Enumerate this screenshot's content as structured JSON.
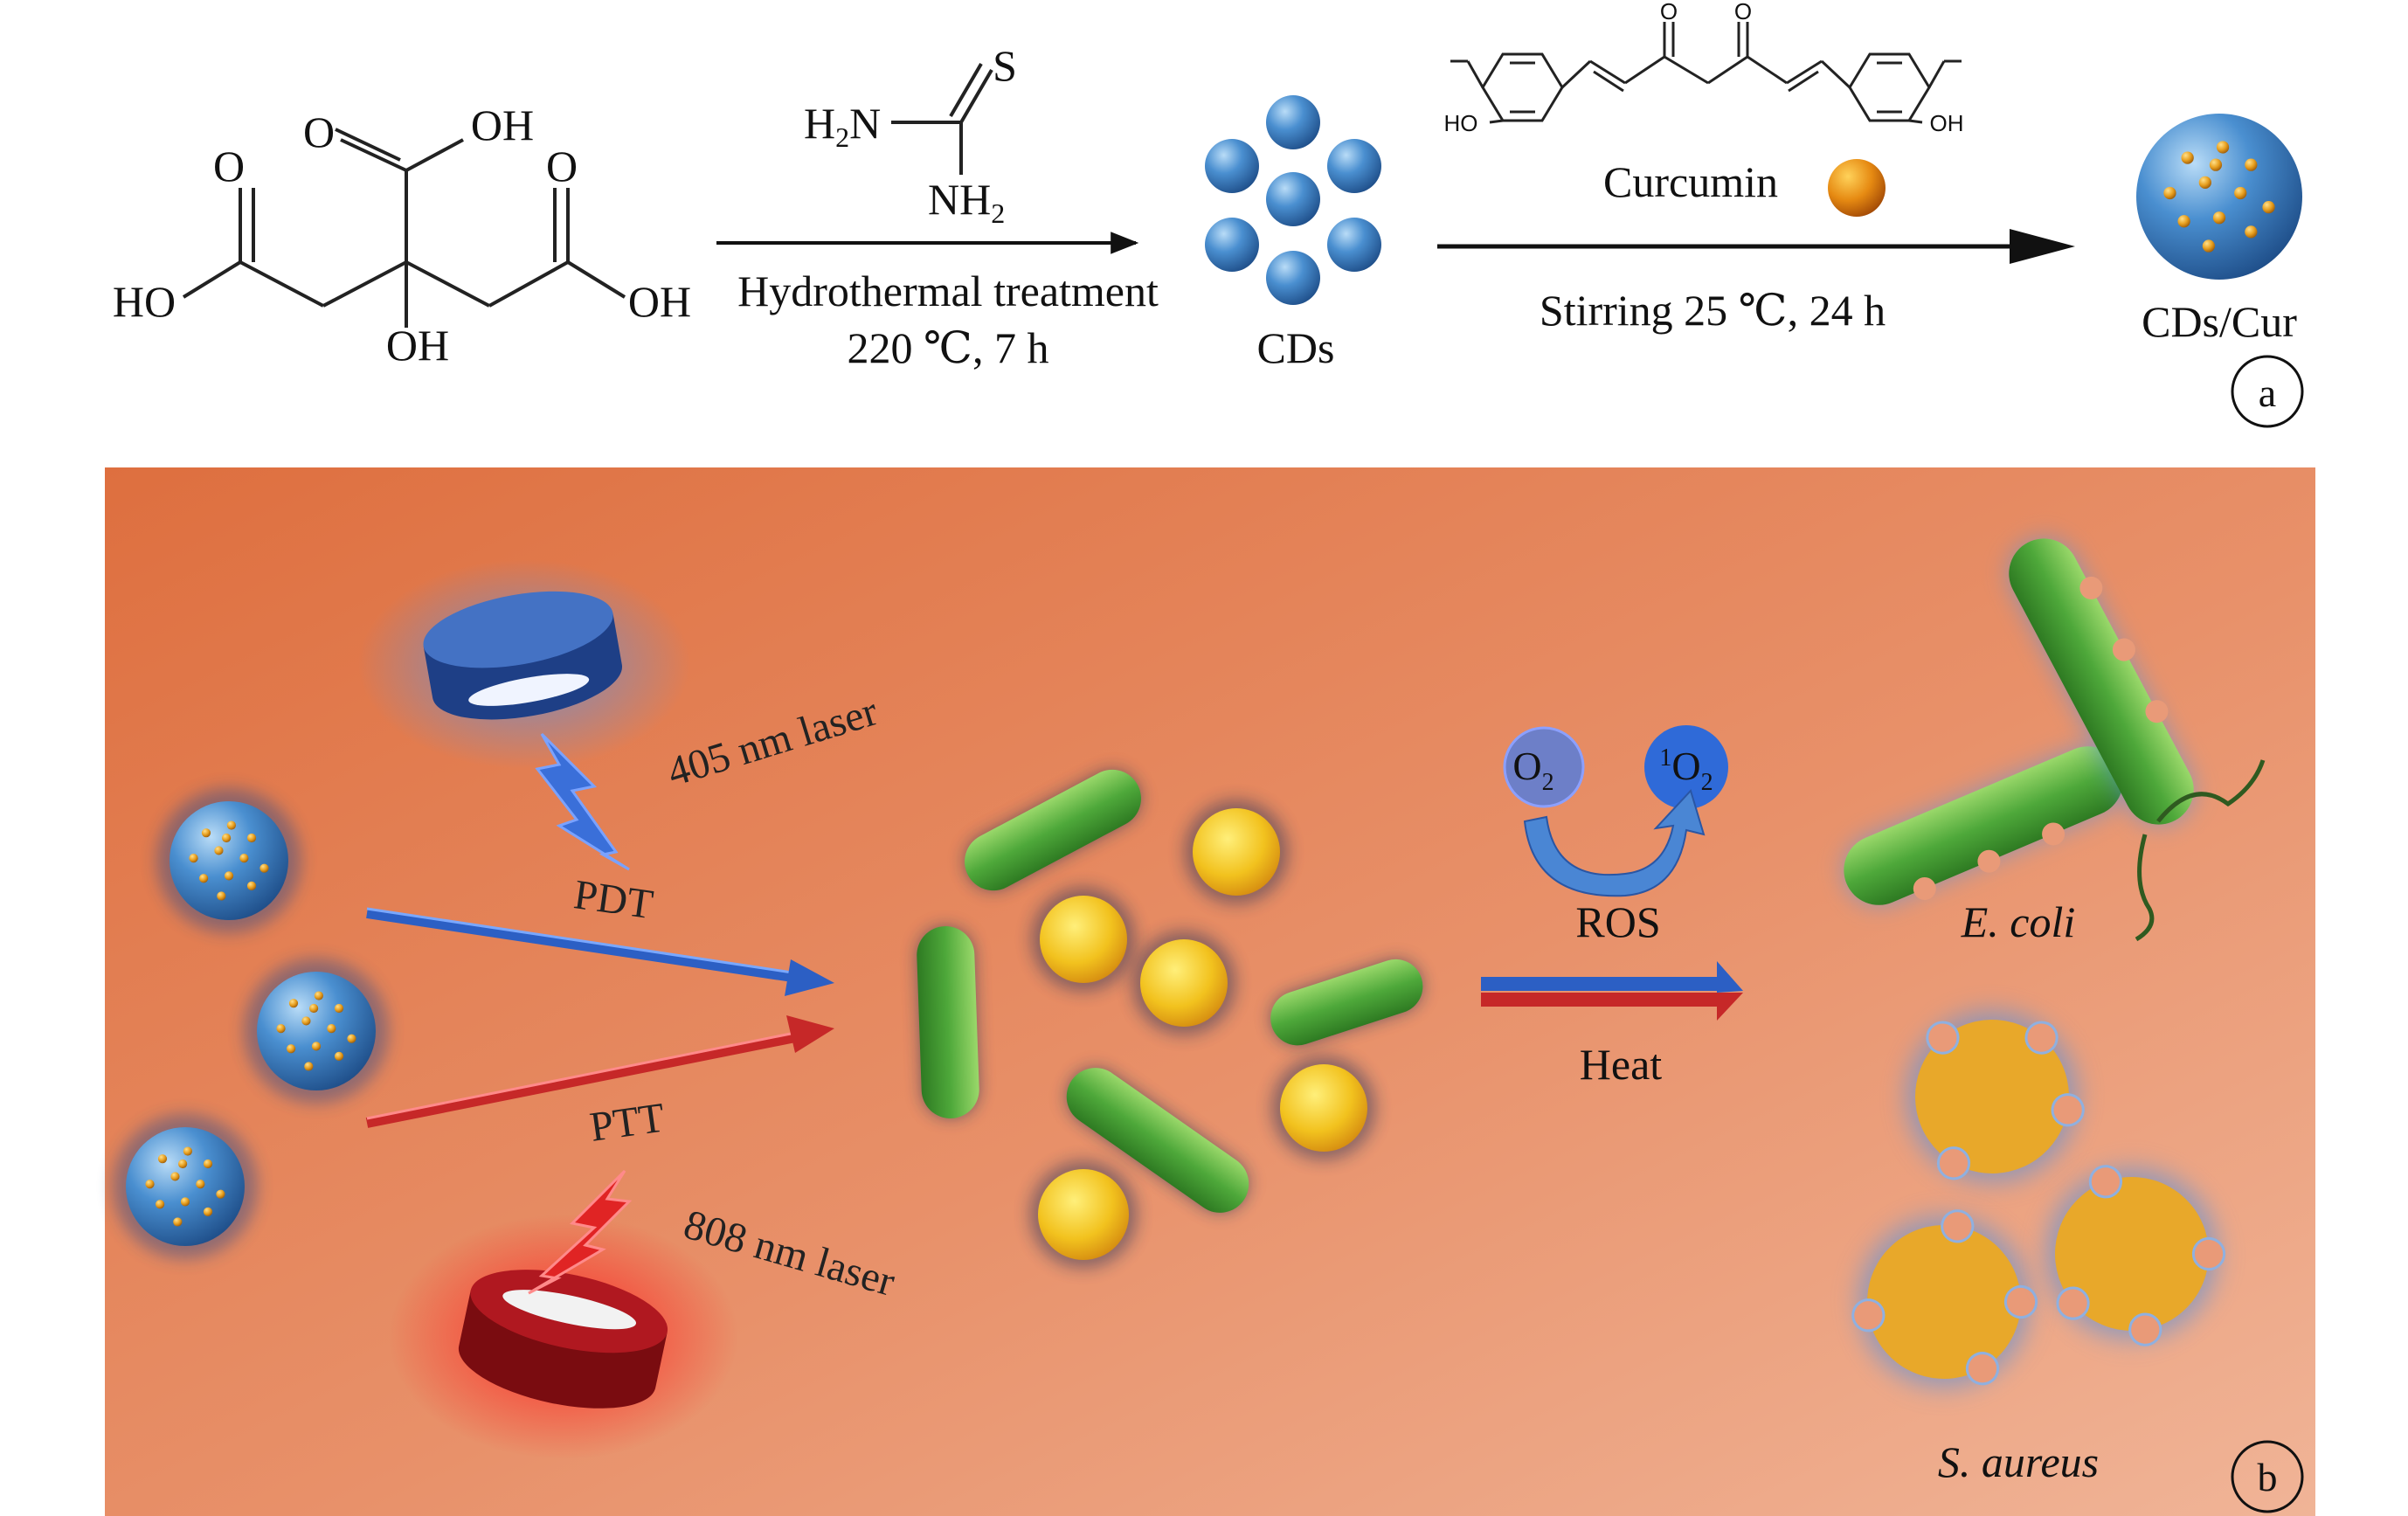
{
  "panel_a": {
    "citric_acid": {
      "o_left": "O",
      "o_top": "O",
      "oh_top": "OH",
      "o_right": "O",
      "ho_left": "HO",
      "oh_bottom": "OH",
      "oh_right": "OH"
    },
    "thiourea": {
      "s": "S",
      "h2n": "H",
      "h2n_sub": "2",
      "h2n_n": "N",
      "nh2": "NH",
      "nh2_sub": "2"
    },
    "step1_line1": "Hydrothermal treatment",
    "step1_line2": "220 ℃, 7 h",
    "cds_label": "CDs",
    "curcumin": {
      "o1": "O",
      "o2": "O",
      "ho": "HO",
      "oh": "OH"
    },
    "curcumin_label": "Curcumin",
    "step2_label": "Stirring 25 ℃, 24 h",
    "product_label": "CDs/Cur",
    "panel_label": "a"
  },
  "panel_b": {
    "laser_405": "405 nm laser",
    "laser_808": "808 nm laser",
    "pdt": "PDT",
    "ptt": "PTT",
    "o2": "O",
    "o2_sub": "2",
    "singlet_sup": "1",
    "singlet_o": "O",
    "singlet_sub": "2",
    "ros": "ROS",
    "heat": "Heat",
    "ecoli": "E. coli",
    "saureus": "S. aureus",
    "panel_label": "b"
  },
  "colors": {
    "cd_blue": "#4a8fd0",
    "curcumin_orange": "#e8a020",
    "background_orange": "#e27a4e",
    "pdt_blue": "#3a6fc9",
    "ptt_red": "#d63b3b",
    "bacteria_green": "#4ea83a",
    "coccus_yellow": "#f2c21e"
  }
}
